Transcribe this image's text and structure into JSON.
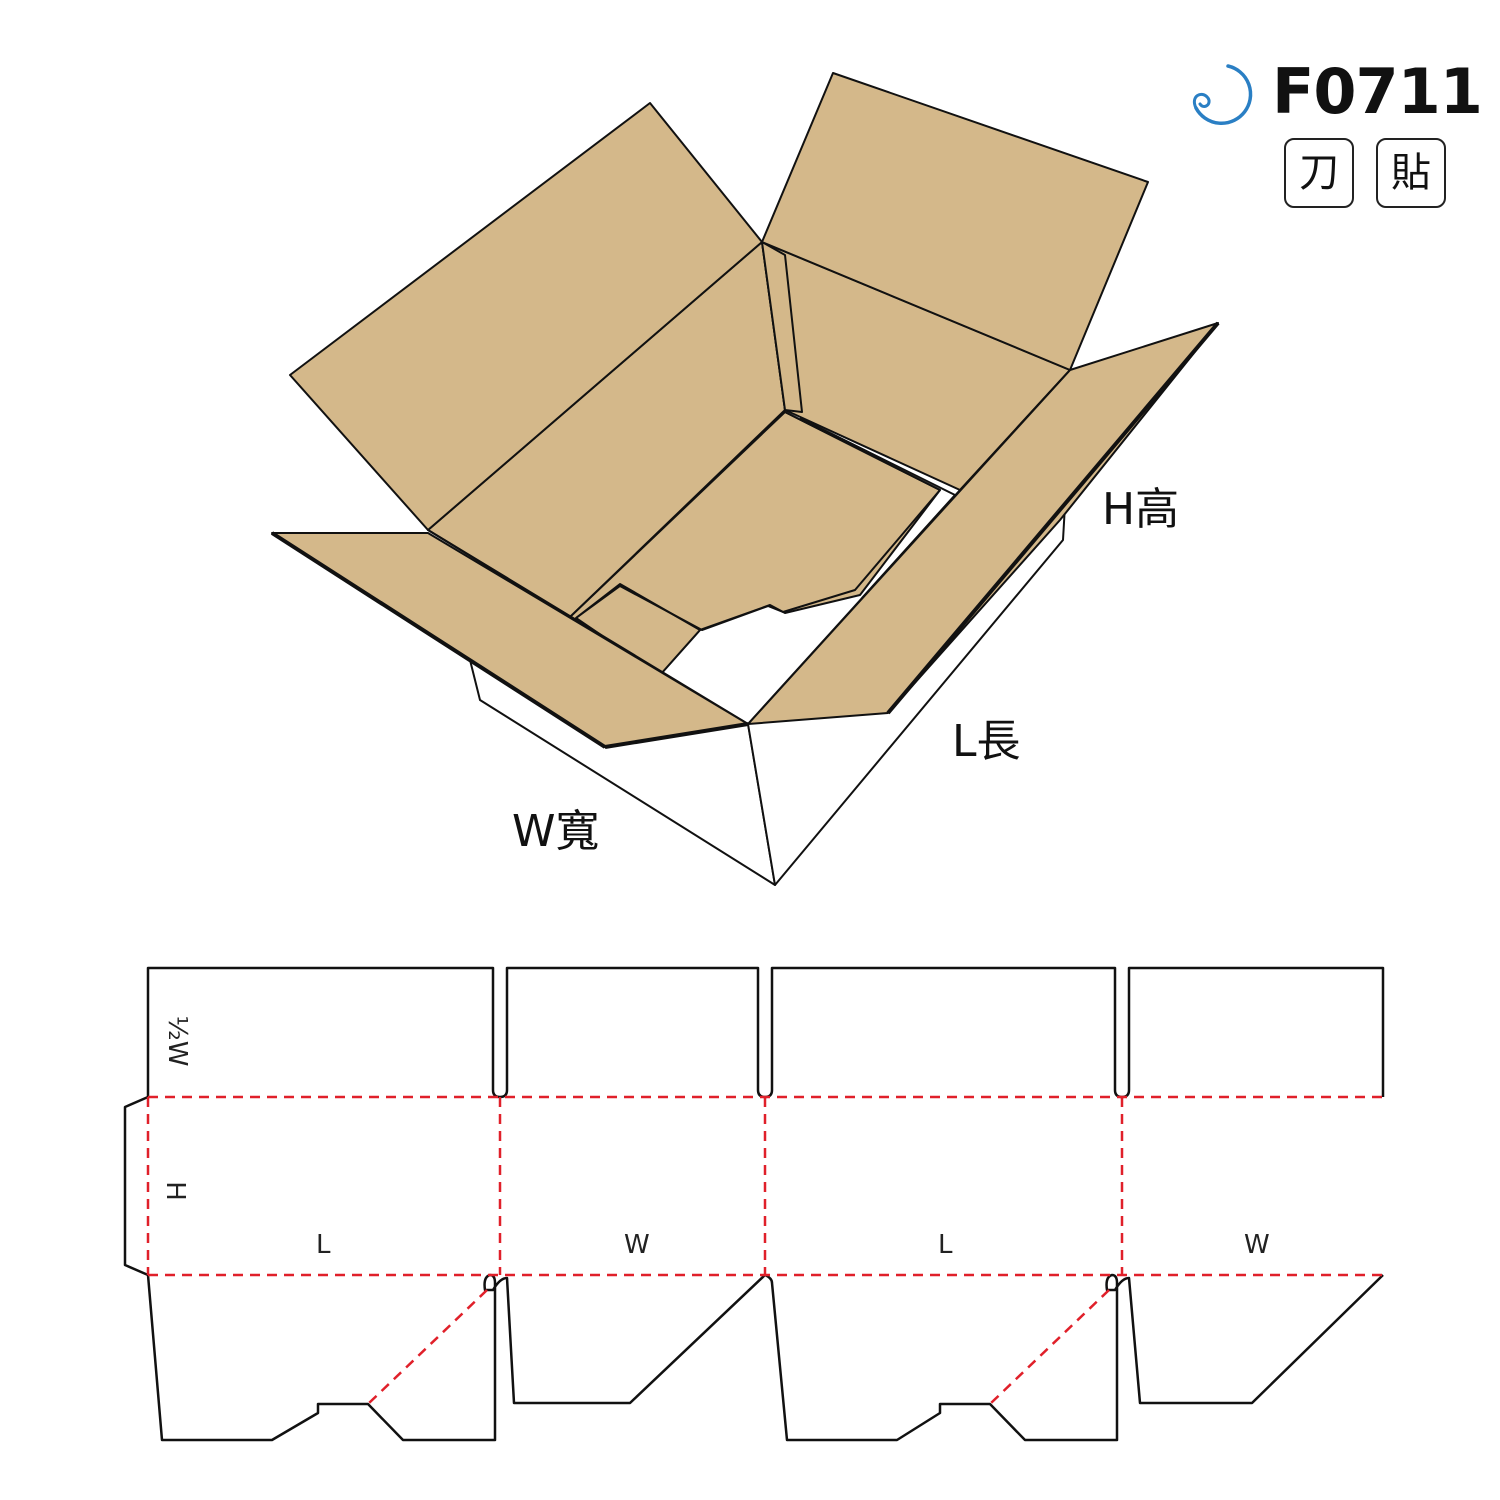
{
  "header": {
    "model_code": "F0711",
    "badges": [
      "刀",
      "貼"
    ]
  },
  "box_labels": {
    "height": "H高",
    "length": "L長",
    "width": "W寬"
  },
  "dieline_labels": {
    "half_width": "½W",
    "height": "H",
    "panels": [
      "L",
      "W",
      "L",
      "W"
    ]
  },
  "colors": {
    "kraft": "#d4b88a",
    "outline": "#111111",
    "fold_line": "#e0202a",
    "logo": "#2a7fc4"
  },
  "icons": [
    "brand-logo-icon"
  ]
}
